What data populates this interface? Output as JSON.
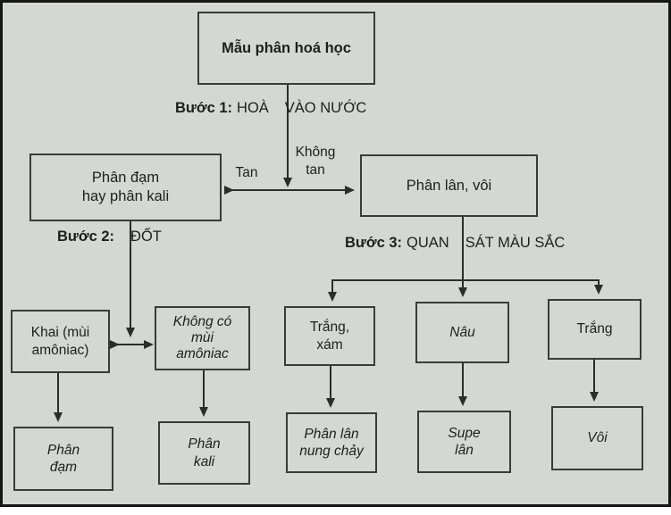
{
  "colors": {
    "background": "#d5d8d2",
    "frame_border": "#161616",
    "box_border": "#3a3a3a",
    "line": "#2c2c2c",
    "text": "#1e1e1e",
    "page_below": "#ffffff"
  },
  "boxes": {
    "sample": "Mẫu phân hoá học",
    "dam_kali": "Phân đạm\nhay phân kali",
    "lan_voi": "Phân lân, vôi",
    "khai": "Khai (mùi\namôniac)",
    "khong_mui": "Không có\nmùi\namôniac",
    "trang_xam": "Trắng,\nxám",
    "nau": "Nâu",
    "trang": "Trắng",
    "phan_dam": "Phân\nđạm",
    "phan_kali": "Phân\nkali",
    "lan_nung_chay": "Phân lân\nnung chảy",
    "supe_lan": "Supe\nlân",
    "voi": "Vôi"
  },
  "steps": {
    "step1": {
      "label": "Bước 1:",
      "pre": "HOÀ",
      "post": "VÀO NƯỚC"
    },
    "step2": {
      "label": "Bước 2:",
      "pre": "",
      "post": "ĐỐT"
    },
    "step3": {
      "label": "Bước 3:",
      "pre": "QUAN",
      "post": "SÁT MÀU SẮC"
    }
  },
  "edge_labels": {
    "tan": "Tan",
    "khong_tan": "Không\ntan"
  }
}
